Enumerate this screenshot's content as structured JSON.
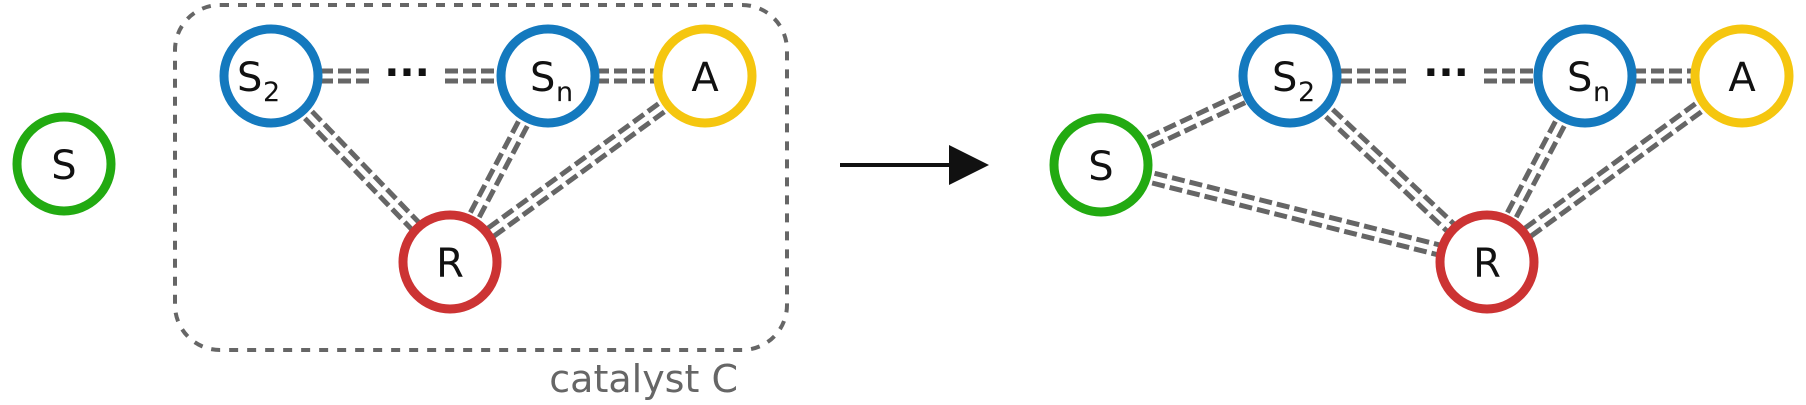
{
  "colors": {
    "green": "#22aa11",
    "blue": "#1479be",
    "yellow": "#f5c60f",
    "red": "#cc3333",
    "edge": "#666666",
    "catalyst_box": "#666666"
  },
  "left": {
    "node_s": "S",
    "node_s2": {
      "base": "S",
      "sub": "2"
    },
    "ellipsis": "···",
    "node_sn": {
      "base": "S",
      "sub": "n"
    },
    "node_a": "A",
    "node_r": "R",
    "catalyst_label": "catalyst C"
  },
  "right": {
    "node_s": "S",
    "node_s2": {
      "base": "S",
      "sub": "2"
    },
    "ellipsis": "···",
    "node_sn": {
      "base": "S",
      "sub": "n"
    },
    "node_a": "A",
    "node_r": "R"
  },
  "arrow": "right-arrow"
}
